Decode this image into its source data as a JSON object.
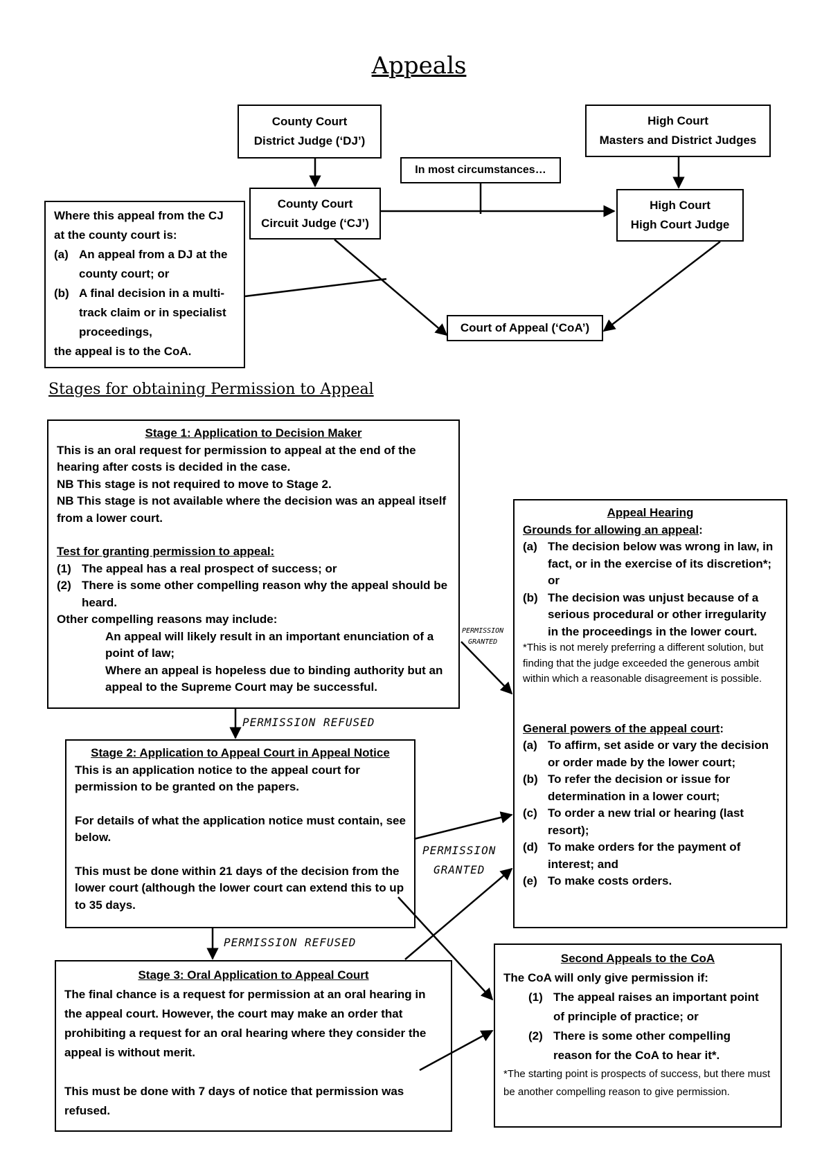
{
  "page": {
    "title": "Appeals",
    "stages_title": "Stages for obtaining Permission to Appeal"
  },
  "hierarchy": {
    "county_dj": {
      "line1": "County Court",
      "line2": "District Judge (‘DJ’)"
    },
    "high_masters": {
      "line1": "High Court",
      "line2": "Masters and District Judges"
    },
    "most_circumstances": "In most circumstances…",
    "county_cj": {
      "line1": "County Court",
      "line2": "Circuit Judge (‘CJ’)"
    },
    "high_judge": {
      "line1": "High Court",
      "line2": "High Court Judge"
    },
    "coa": "Court of Appeal (‘CoA’)",
    "cj_exception": {
      "intro": "Where this appeal from the CJ at the county court is:",
      "items": [
        {
          "num": "(a)",
          "text": "An appeal from a DJ at the county court; or"
        },
        {
          "num": "(b)",
          "text": "A final decision in a multi-track claim or in specialist proceedings,"
        }
      ],
      "outro": "the appeal is to the CoA."
    }
  },
  "stage1": {
    "heading": "Stage 1: Application to Decision Maker",
    "p1": "This is an oral request for permission to appeal at the end of the hearing after costs is decided in the case.",
    "p2": "NB This stage is not required to move to Stage 2.",
    "p3": "NB This stage is not available where the decision was an appeal itself from a lower court.",
    "test_heading": "Test for granting permission to appeal:",
    "tests": [
      {
        "num": "(1)",
        "text": "The appeal has a real prospect of success; or"
      },
      {
        "num": "(2)",
        "text": "There is some other compelling reason why the appeal should be heard."
      }
    ],
    "other_heading": "Other compelling reasons may include:",
    "other_items": [
      "An appeal will likely result in an important enunciation of a point of law;",
      "Where an appeal is hopeless due to binding authority but an appeal to the Supreme Court may be successful."
    ]
  },
  "stage2": {
    "heading": "Stage 2: Application to Appeal Court in Appeal Notice",
    "p1": "This is an application notice to the appeal court for permission to be granted on the papers.",
    "p2": "For details of what the application notice must contain, see below.",
    "p3": "This must be done within 21 days of the decision from the lower court (although the lower court can extend this to up to 35 days."
  },
  "stage3": {
    "heading": "Stage 3: Oral Application to Appeal Court",
    "p1": "The final chance is a request for permission at an oral hearing in the appeal court. However, the court may make an order that prohibiting a request for an oral hearing where they consider the appeal is without merit.",
    "p2": "This must be done with 7 days of notice that permission was refused."
  },
  "appeal_hearing": {
    "heading": "Appeal Hearing",
    "grounds_heading": "Grounds for allowing an appeal",
    "grounds_colon": ":",
    "grounds": [
      {
        "num": "(a)",
        "text": "The decision below was wrong in law, in fact, or in the exercise of its discretion*; or"
      },
      {
        "num": "(b)",
        "text": "The decision was unjust because of a serious procedural or other irregularity in the proceedings in the lower court."
      }
    ],
    "footnote": "*This is not merely preferring a different solution, but finding that the judge exceeded the generous ambit within which a reasonable disagreement is possible.",
    "powers_heading": "General powers of the appeal court",
    "powers_colon": ":",
    "powers": [
      {
        "num": "(a)",
        "text": "To affirm, set aside or vary the decision or order made by the lower court;"
      },
      {
        "num": "(b)",
        "text": "To refer the decision or issue for determination in a lower court;"
      },
      {
        "num": "(c)",
        "text": "To order a new trial or hearing (last resort);"
      },
      {
        "num": "(d)",
        "text": "To make orders for the payment of interest; and"
      },
      {
        "num": "(e)",
        "text": "To make costs orders."
      }
    ]
  },
  "second_appeals": {
    "heading": "Second Appeals to the CoA",
    "intro": "The CoA will only give permission if:",
    "items": [
      {
        "num": "(1)",
        "text": "The appeal raises an important point of principle of practice; or"
      },
      {
        "num": "(2)",
        "text": "There is some other compelling reason for the CoA to hear it*."
      }
    ],
    "footnote": "*The starting point is prospects of success, but there must be another compelling reason to give permission."
  },
  "annotations": {
    "refused1": "PERMISSION REFUSED",
    "refused2": "PERMISSION REFUSED",
    "granted_small_1": "PERMISSION",
    "granted_small_2": "GRANTED",
    "granted_1": "PERMISSION",
    "granted_2": "GRANTED"
  }
}
